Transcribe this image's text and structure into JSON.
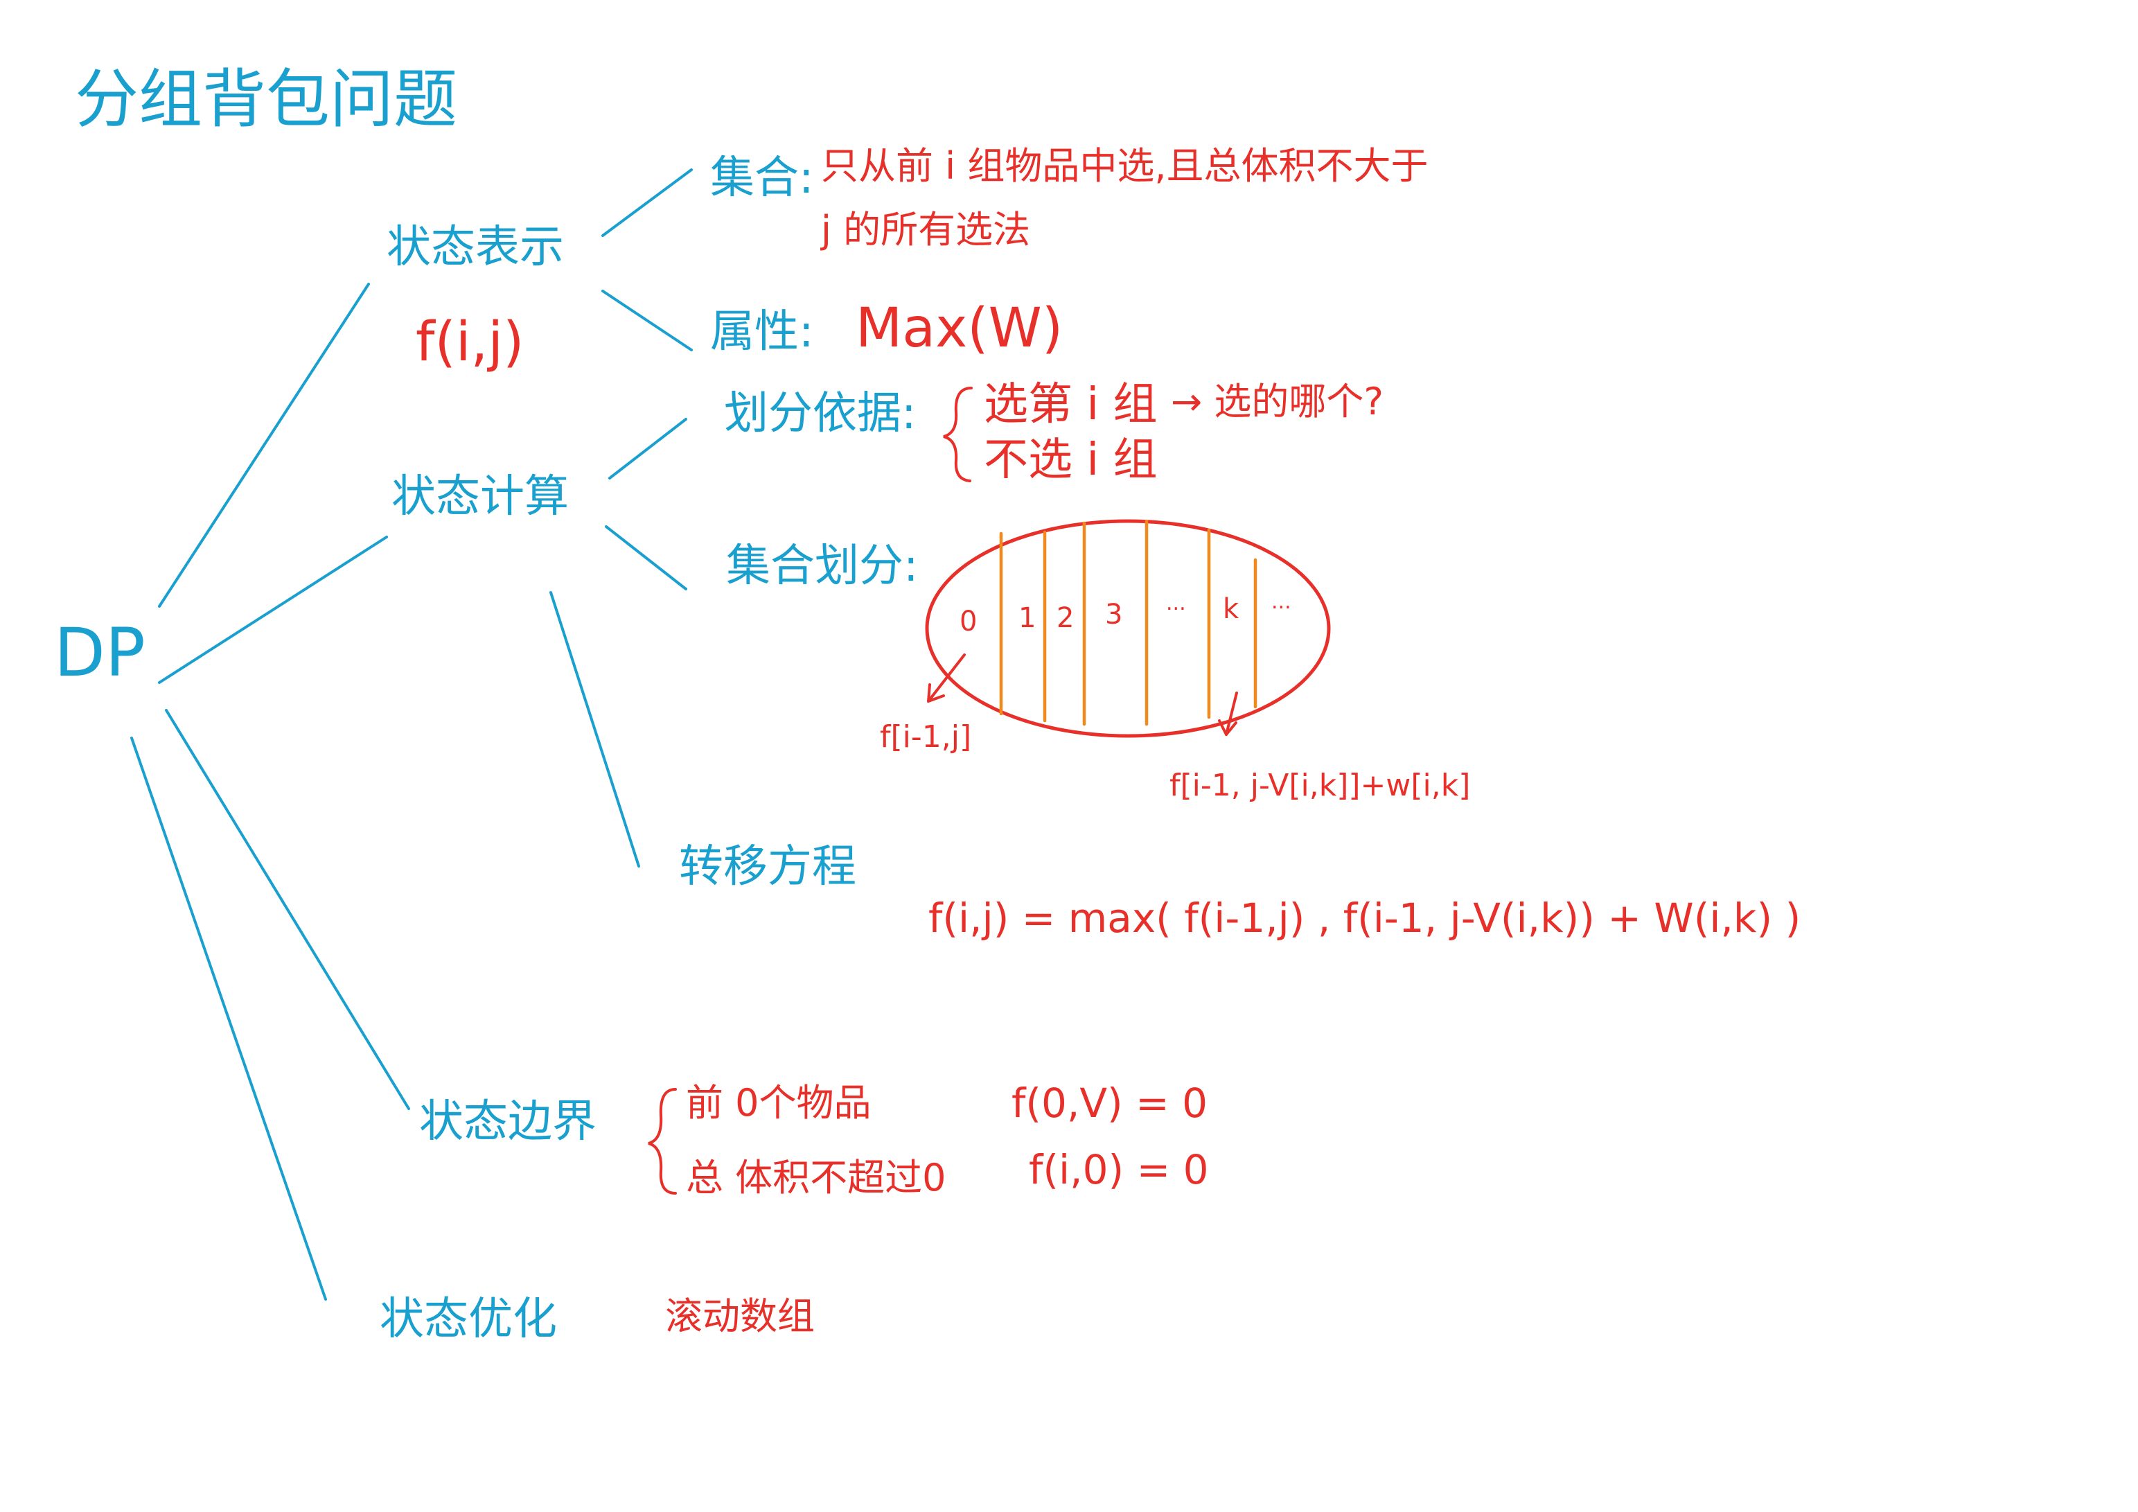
{
  "title": "分组背包问题",
  "root": "DP",
  "state_repr": {
    "label": "状态表示",
    "func": "f(i,j)",
    "set_label": "集合:",
    "set_text_1": "只从前 i 组物品中选,且总体积不大于",
    "set_text_2": "j 的所有选法",
    "attr_label": "属性:",
    "attr_value": "Max(W)"
  },
  "state_calc": {
    "label": "状态计算",
    "basis_label": "划分依据:",
    "basis_opt1": "选第 i 组",
    "basis_opt2": "不选 i 组",
    "basis_arrow": "→ 选的哪个?",
    "partition_label": "集合划分:",
    "parts": [
      "0",
      "1",
      "2",
      "3",
      "...",
      "k",
      "..."
    ],
    "left_formula": "f[i-1,j]",
    "right_formula": "f[i-1, j-V[i,k]]+w[i,k]",
    "transition_label": "转移方程",
    "transition": "f(i,j) = max( f(i-1,j) , f(i-1, j-V(i,k)) + W(i,k) )"
  },
  "boundary": {
    "label": "状态边界",
    "line1": "前 0个物品",
    "line2": "总 体积不超过0",
    "eq1": "f(0,V) = 0",
    "eq2": "f(i,0) = 0"
  },
  "optimize": {
    "label": "状态优化",
    "value": "滚动数组"
  }
}
